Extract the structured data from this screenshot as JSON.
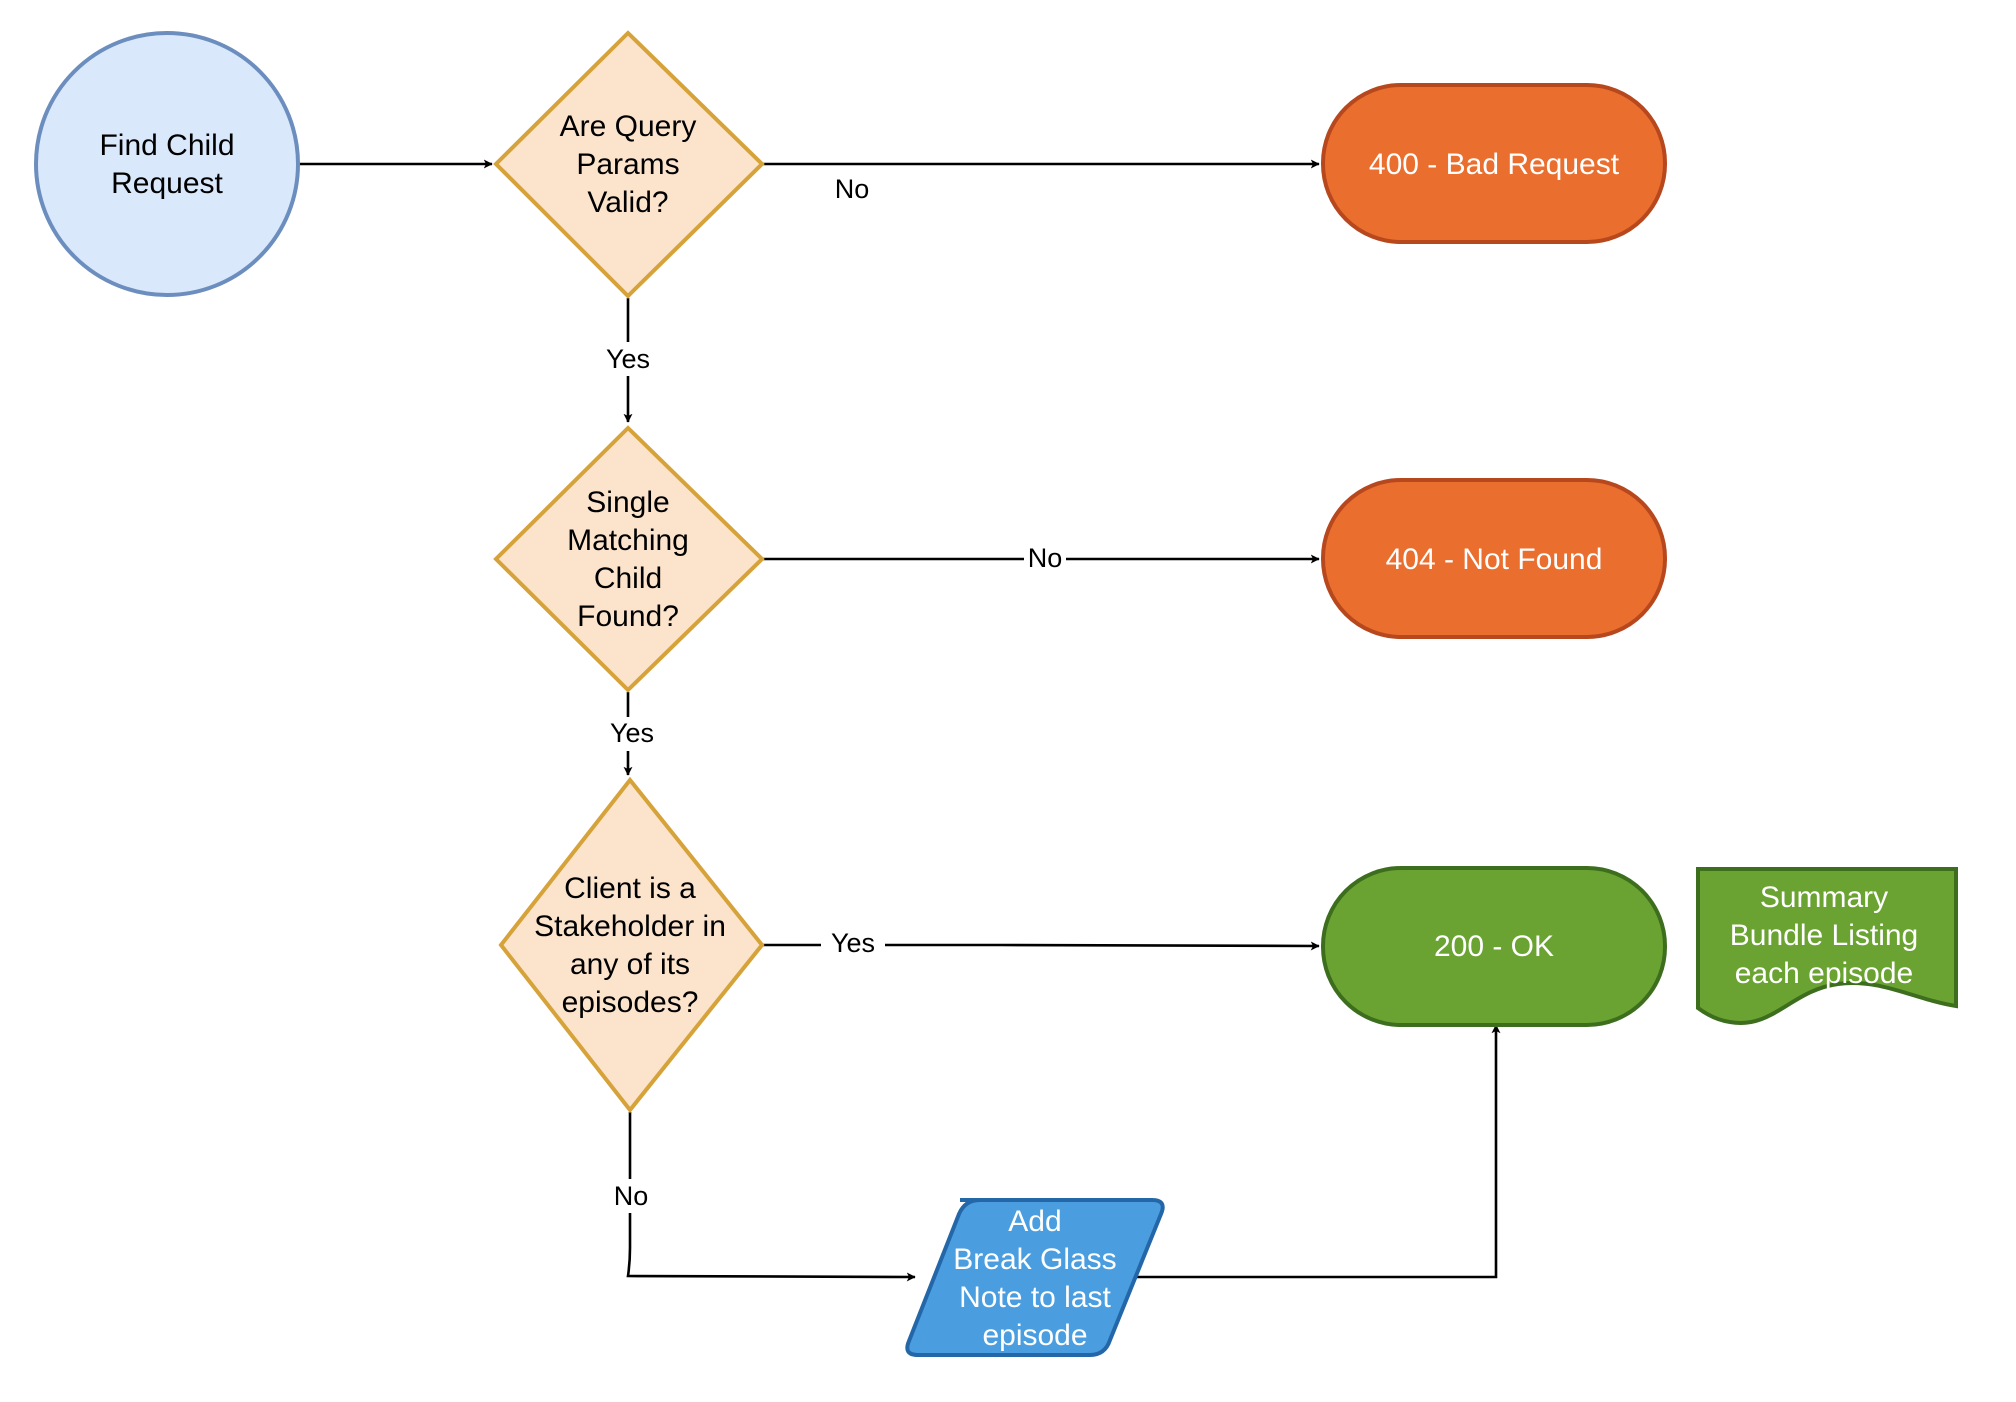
{
  "nodes": {
    "start": {
      "lines": [
        "Find Child",
        "Request"
      ],
      "fill": "#dae8fc",
      "stroke": "#6c8ebf",
      "text_color": "#000000"
    },
    "decision_params": {
      "lines": [
        "Are Query",
        "Params",
        "Valid?"
      ],
      "fill": "#fce4cc",
      "stroke": "#d6a23a",
      "text_color": "#000000"
    },
    "bad_request": {
      "lines": [
        "400 - Bad Request"
      ],
      "fill": "#ea6e2e",
      "stroke": "#b7471d",
      "text_color": "#ffffff"
    },
    "decision_match": {
      "lines": [
        "Single",
        "Matching",
        "Child",
        "Found?"
      ],
      "fill": "#fce4cc",
      "stroke": "#d6a23a",
      "text_color": "#000000"
    },
    "not_found": {
      "lines": [
        "404 - Not Found"
      ],
      "fill": "#ea6e2e",
      "stroke": "#b7471d",
      "text_color": "#ffffff"
    },
    "decision_stakeholder": {
      "lines": [
        "Client is a",
        "Stakeholder in",
        "any of its",
        "episodes?"
      ],
      "fill": "#fce4cc",
      "stroke": "#d6a23a",
      "text_color": "#000000"
    },
    "ok": {
      "lines": [
        "200 - OK"
      ],
      "fill": "#6aa332",
      "stroke": "#3d6e1e",
      "text_color": "#ffffff"
    },
    "summary": {
      "lines": [
        "Summary",
        "Bundle Listing",
        "each episode"
      ],
      "fill": "#6aa332",
      "stroke": "#3d6e1e",
      "text_color": "#ffffff"
    },
    "break_glass": {
      "lines": [
        "Add",
        "Break Glass",
        "Note to last",
        "episode"
      ],
      "fill": "#4a9ee0",
      "stroke": "#2467a8",
      "text_color": "#ffffff"
    }
  },
  "edge_labels": {
    "params_no": "No",
    "params_yes": "Yes",
    "match_no": "No",
    "match_yes": "Yes",
    "stakeholder_yes": "Yes",
    "stakeholder_no": "No"
  },
  "colors": {
    "edge": "#000000",
    "background": "#ffffff"
  }
}
